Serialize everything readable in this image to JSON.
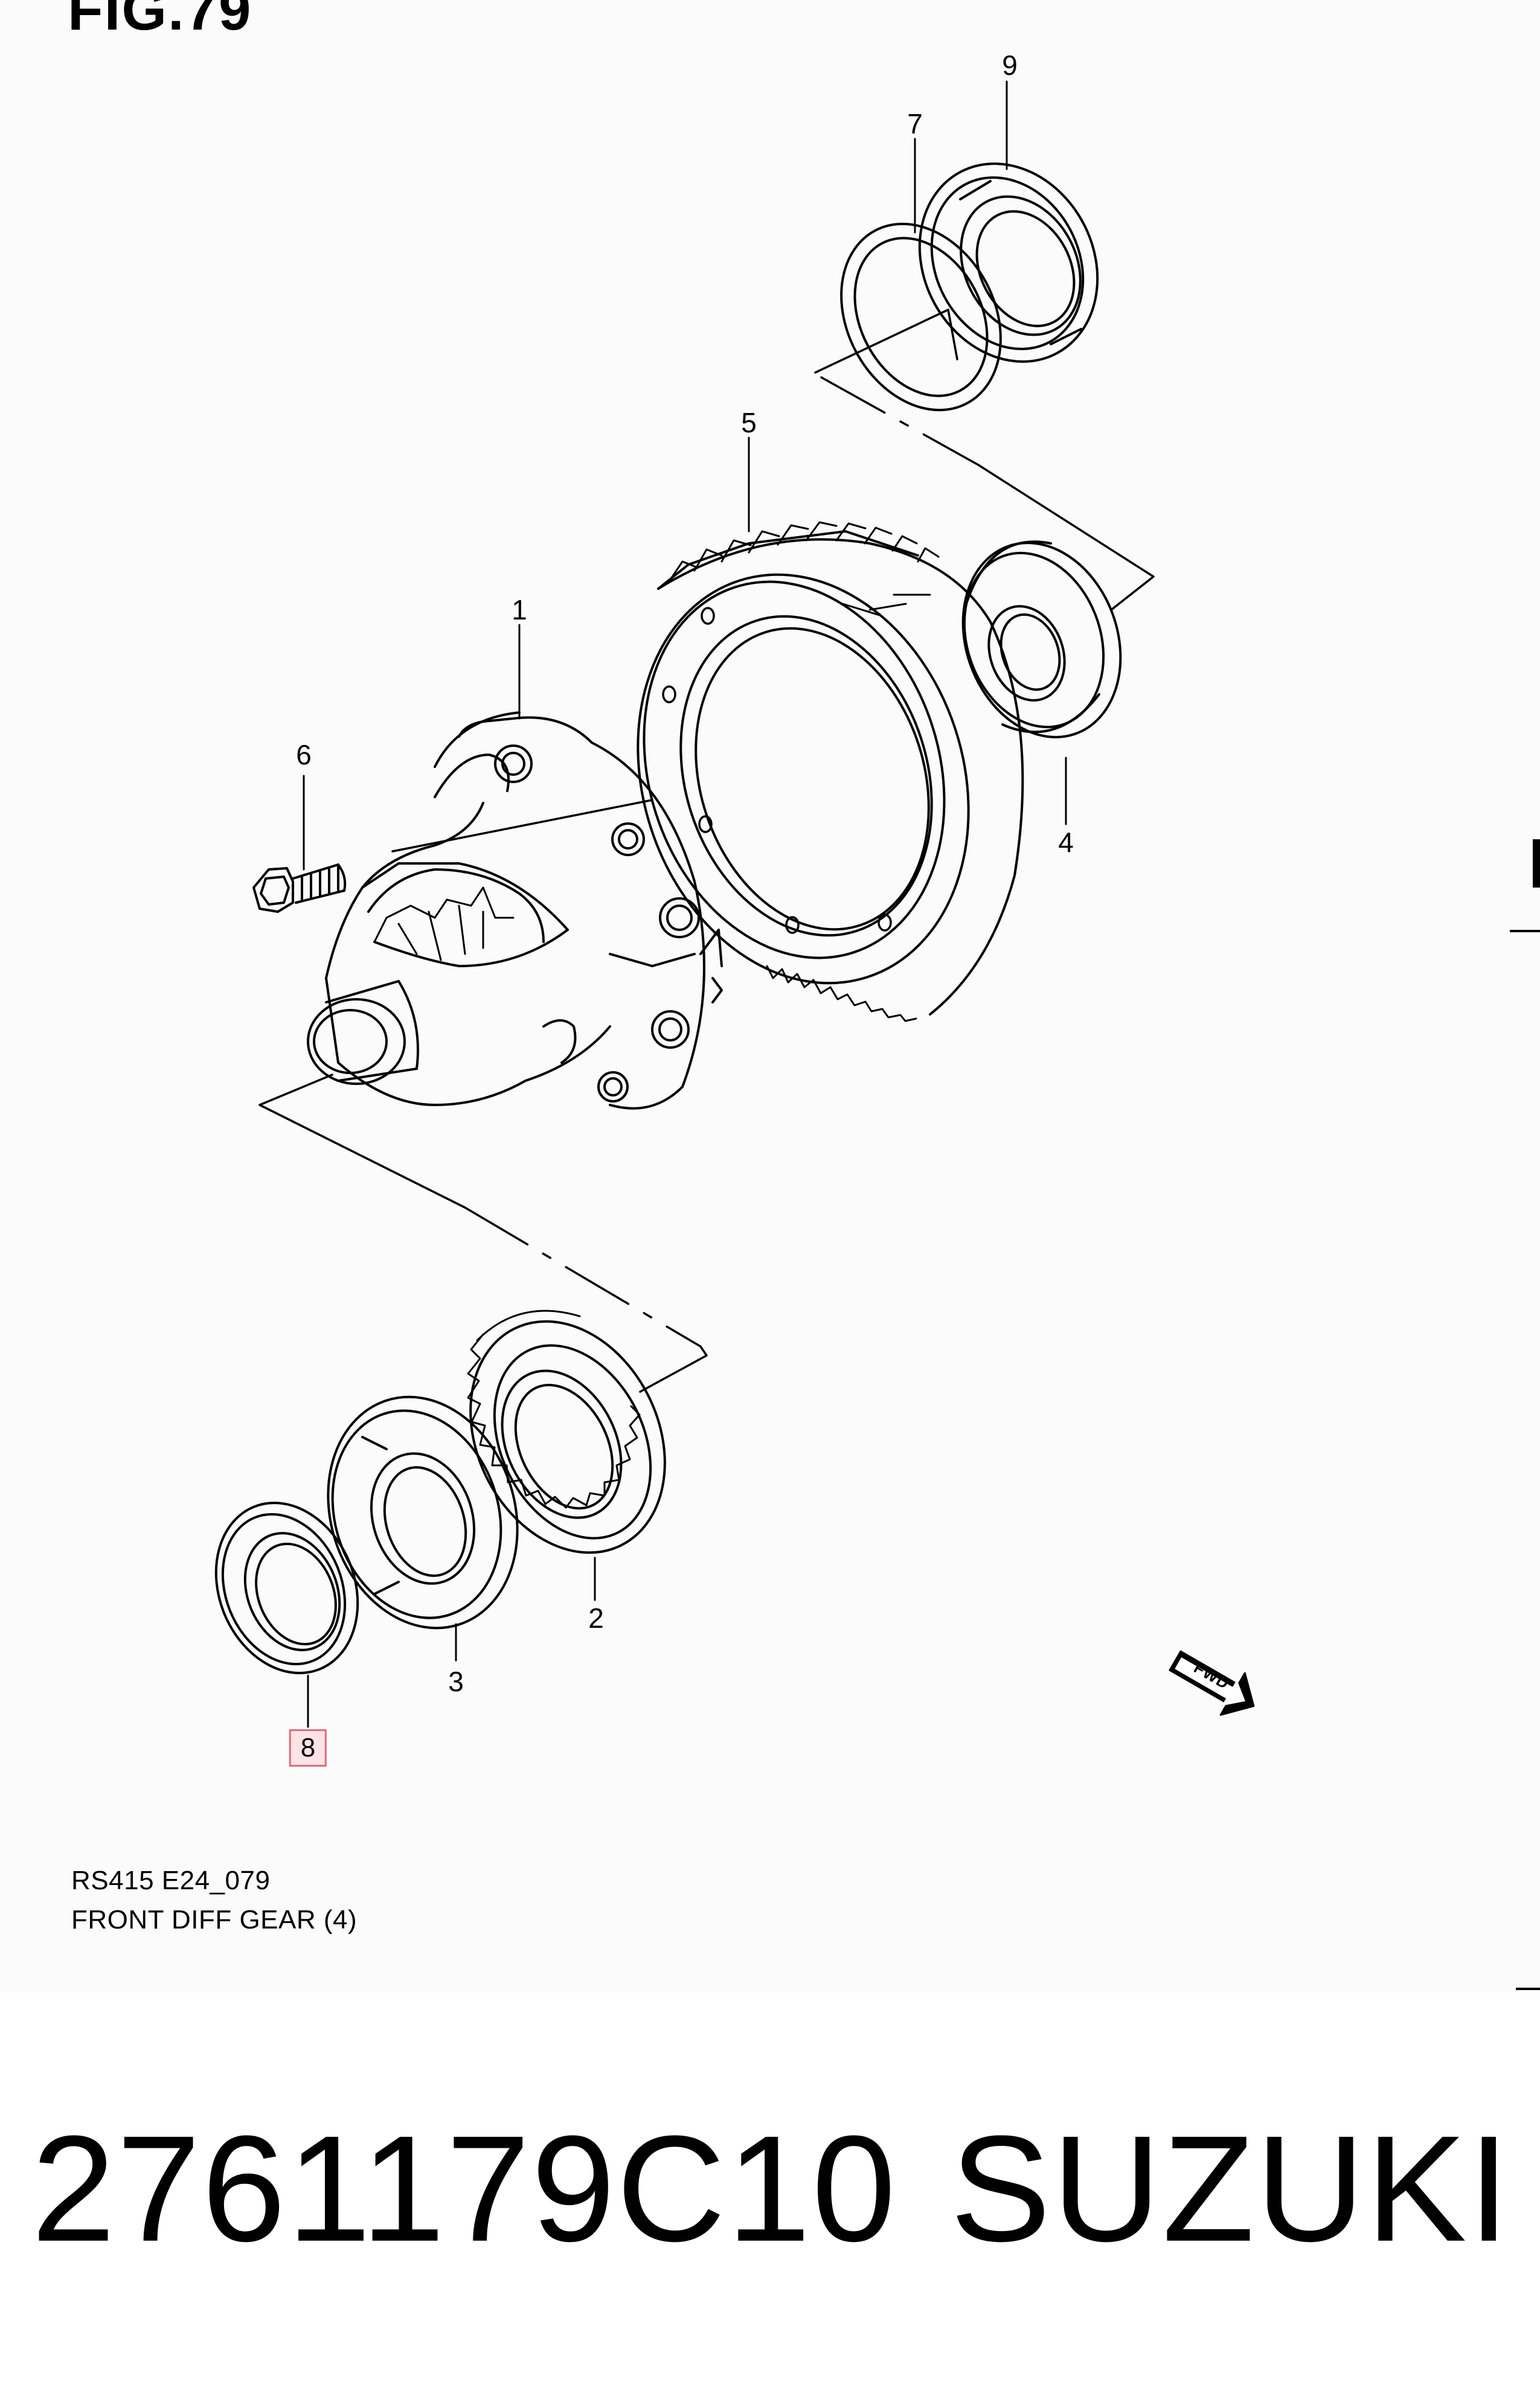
{
  "figure": {
    "title": "FIG.79"
  },
  "callouts": [
    {
      "id": "1",
      "label": "1"
    },
    {
      "id": "2",
      "label": "2"
    },
    {
      "id": "3",
      "label": "3"
    },
    {
      "id": "4",
      "label": "4"
    },
    {
      "id": "5",
      "label": "5"
    },
    {
      "id": "6",
      "label": "6"
    },
    {
      "id": "7",
      "label": "7"
    },
    {
      "id": "8",
      "label": "8",
      "highlighted": true
    },
    {
      "id": "9",
      "label": "9"
    }
  ],
  "caption": {
    "code": "RS415 E24_079",
    "name": "FRONT DIFF GEAR (4)"
  },
  "fwd_badge": "FWD",
  "product": {
    "part_number": "2761179C10",
    "brand": "SUZUKI"
  },
  "colors": {
    "highlight_border": "#e06a7a",
    "highlight_fill": "#fbe3e6"
  }
}
